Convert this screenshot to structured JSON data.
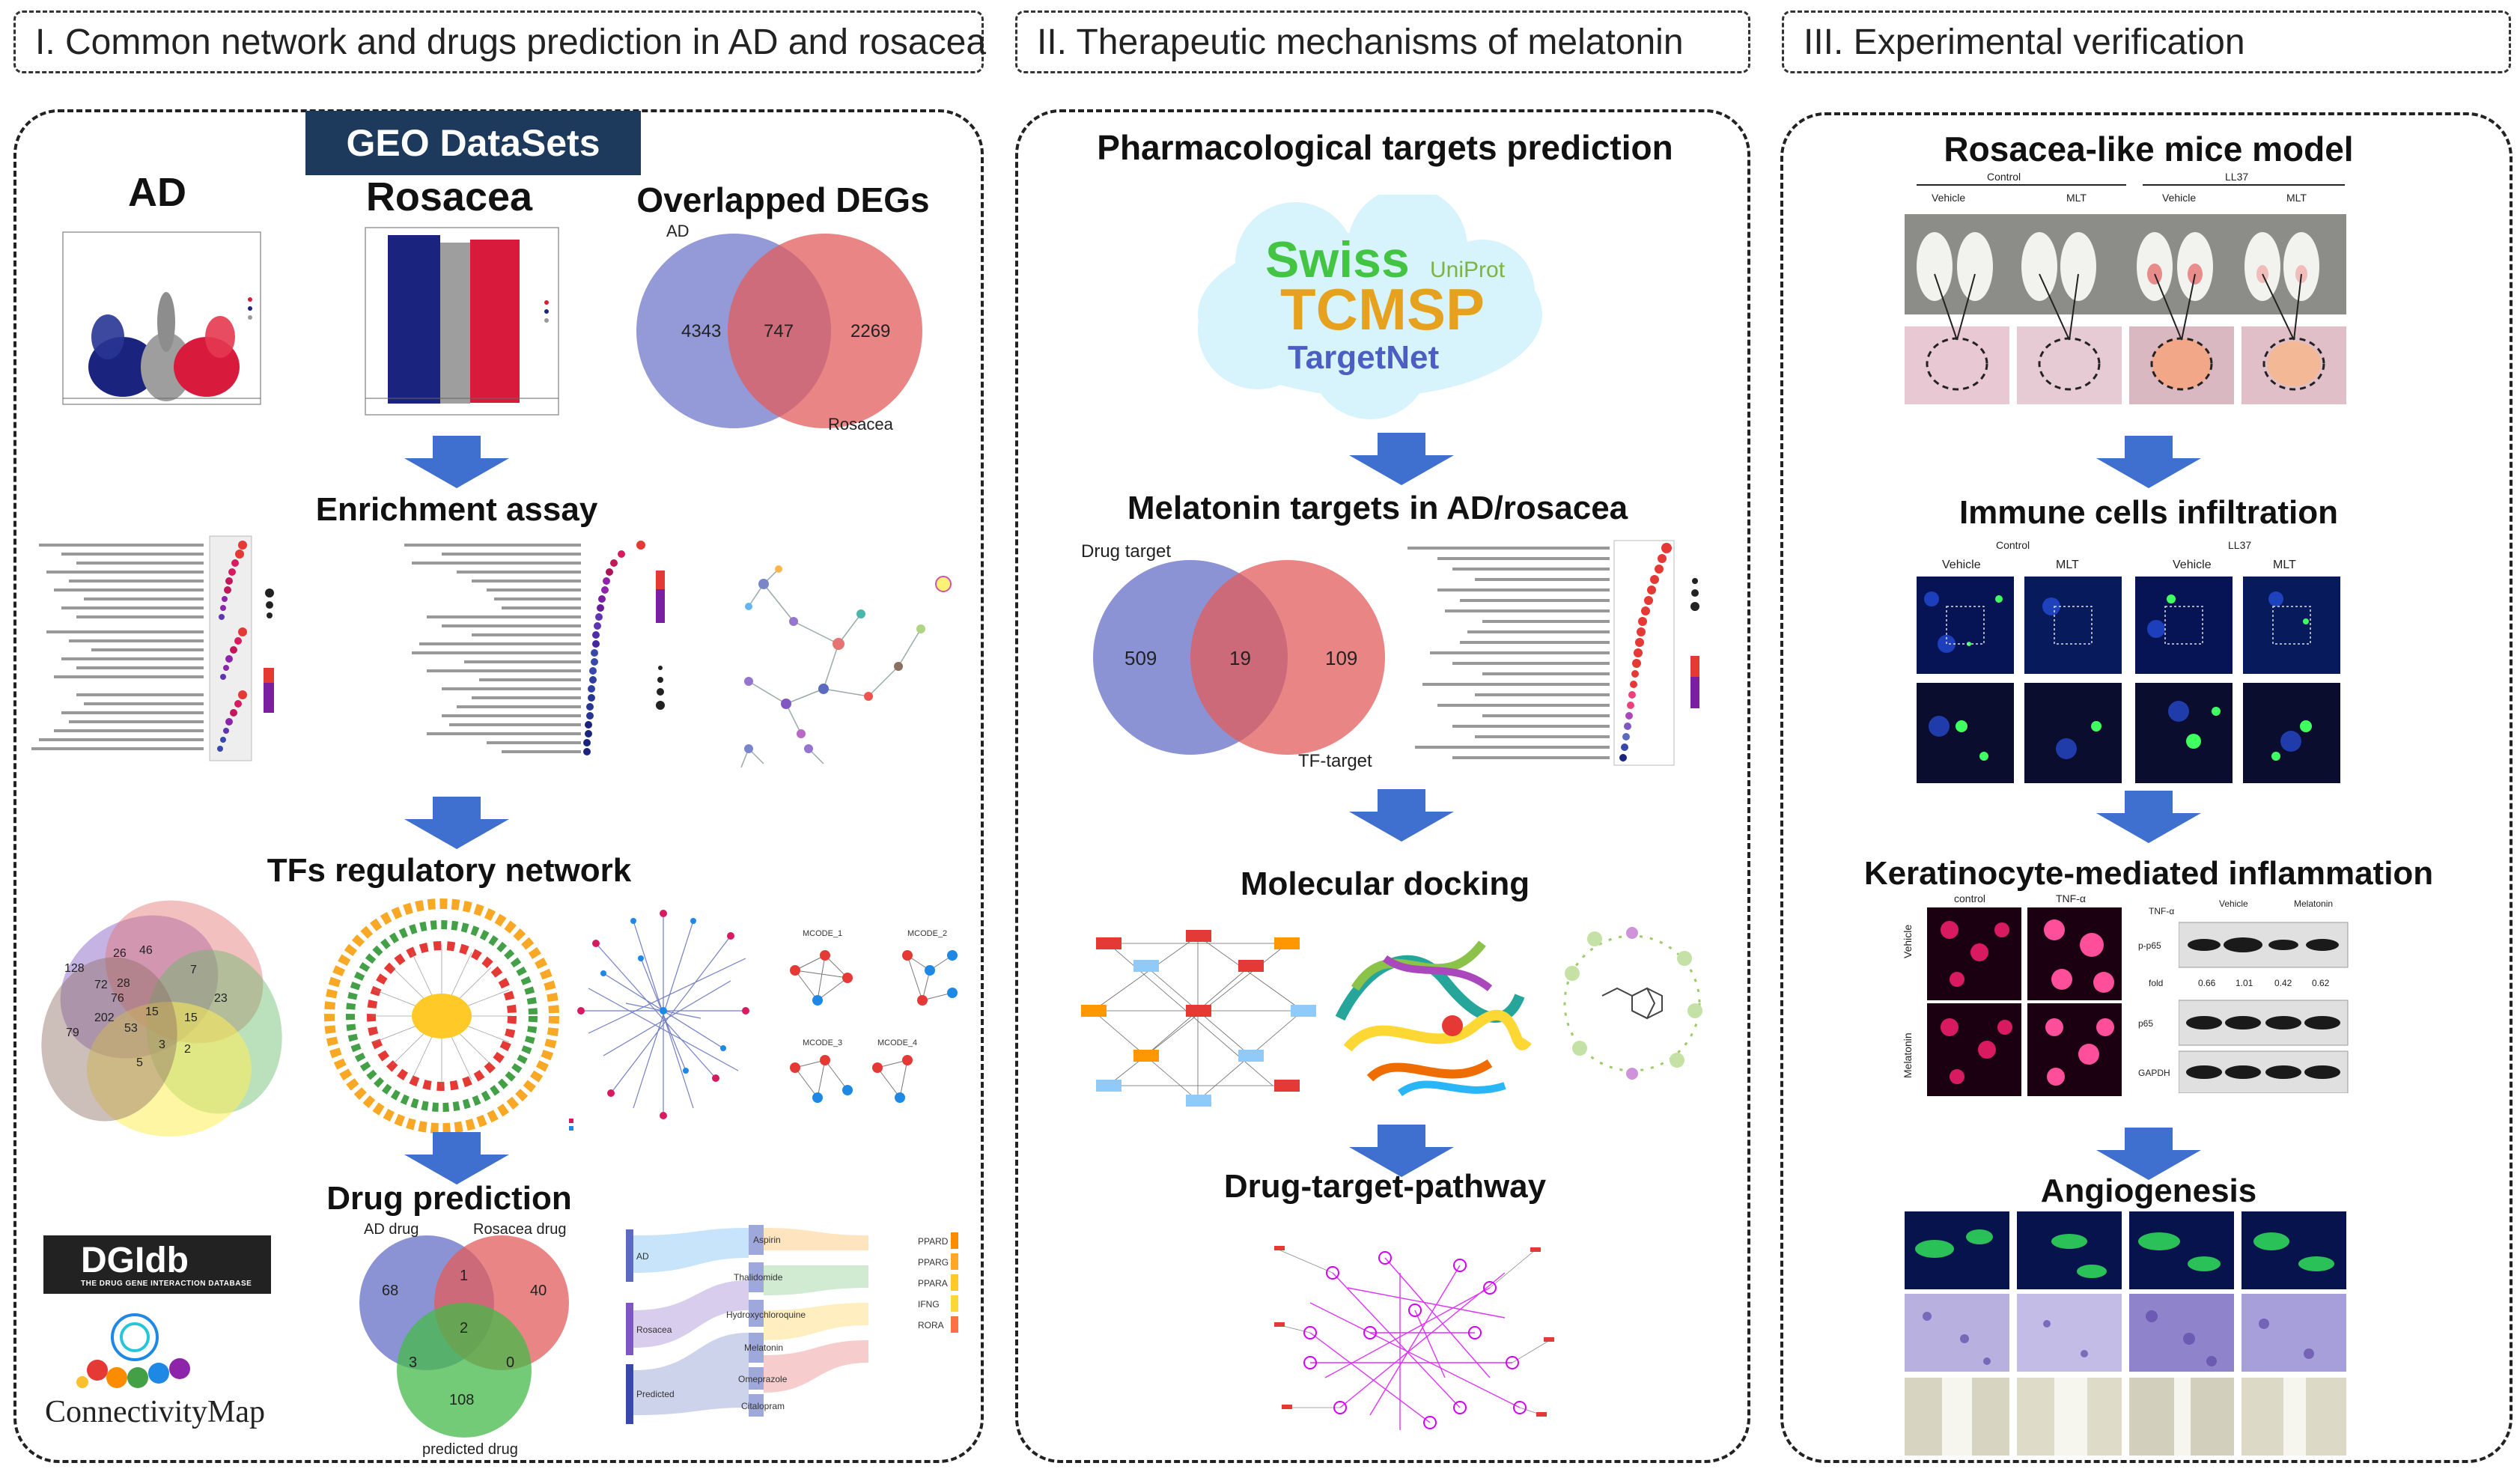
{
  "sections": {
    "s1_title": "I. Common network and drugs prediction in AD and rosacea",
    "s2_title": "II. Therapeutic mechanisms of melatonin",
    "s3_title": "III.  Experimental verification"
  },
  "panel1": {
    "geo_badge": "GEO DataSets",
    "ad_label": "AD",
    "rosacea_label": "Rosacea",
    "overlap_title": "Overlapped DEGs",
    "venn": {
      "left_label": "AD",
      "right_label": "Rosacea",
      "left_only": "4343",
      "both": "747",
      "right_only": "2269",
      "left_color": "#6f78c9",
      "right_color": "#e25c5c"
    },
    "enrichment_title": "Enrichment assay",
    "tfs_title": "TFs regulatory network",
    "five_venn": [
      "128",
      "26",
      "46",
      "7",
      "72",
      "28",
      "76",
      "202",
      "53",
      "15",
      "15",
      "23",
      "79",
      "5",
      "3",
      "2"
    ],
    "mcode_labels": [
      "MCODE_1",
      "MCODE_2",
      "MCODE_3",
      "MCODE_4"
    ],
    "drug_title": "Drug prediction",
    "dgidb_logo": "DGIdb",
    "dgidb_sub": "THE DRUG GENE INTERACTION DATABASE",
    "cmap_logo": "ConnectivityMap",
    "drug_venn": {
      "a_label": "AD drug",
      "b_label": "Rosacea drug",
      "c_label": "predicted drug",
      "a_only": "68",
      "ab": "1",
      "b_only": "40",
      "abc": "2",
      "ac": "3",
      "bc": "0",
      "c_only": "108",
      "a_color": "#6f78c9",
      "b_color": "#e25c5c",
      "c_color": "#46b94a"
    },
    "sankey_left": [
      "AD",
      "Rosacea",
      "Predicted"
    ],
    "sankey_mid": [
      "Aspirin",
      "Thalidomide",
      "Hydroxychloroquine",
      "Melatonin",
      "Omeprazole",
      "Citalopram"
    ],
    "sankey_right": [
      "PPARD",
      "PPARG",
      "PPARA",
      "IFNG",
      "RORA"
    ]
  },
  "panel2": {
    "pharm_title": "Pharmacological targets prediction",
    "db_swiss": "Swiss",
    "db_uniprot": "UniProt",
    "db_tcmsp": "TCMSP",
    "db_targetnet": "TargetNet",
    "mel_title": "Melatonin targets in AD/rosacea",
    "venn": {
      "left_label": "Drug target",
      "right_label": "TF-target",
      "left_only": "509",
      "both": "19",
      "right_only": "109",
      "left_color": "#6f78c9",
      "right_color": "#e25c5c"
    },
    "docking_title": "Molecular docking",
    "dtp_title": "Drug-target-pathway"
  },
  "panel3": {
    "mice_title": "Rosacea-like mice model",
    "mice_groups": [
      "Control",
      "LL37"
    ],
    "mice_sub": [
      "Vehicle",
      "MLT",
      "Vehicle",
      "MLT"
    ],
    "immune_title": "Immune cells infiltration",
    "immune_groups": [
      "Control",
      "LL37"
    ],
    "immune_sub": [
      "Vehicle",
      "MLT",
      "Vehicle",
      "MLT"
    ],
    "kera_title": "Keratinocyte-mediated inflammation",
    "kera_cols": [
      "control",
      "TNF-α"
    ],
    "kera_rows": [
      "Vehicle",
      "Melatonin"
    ],
    "wb_header": [
      "TNF-α",
      "Vehicle",
      "Melatonin"
    ],
    "wb_rows": [
      "p-p65",
      "p65",
      "GAPDH"
    ],
    "wb_fold_label": "fold",
    "wb_fold": [
      "0.66",
      "1.01",
      "0.42",
      "0.62"
    ],
    "angio_title": "Angiogenesis"
  },
  "colors": {
    "arrow": "#3f6fcf",
    "navy": "#1d3a5c"
  }
}
